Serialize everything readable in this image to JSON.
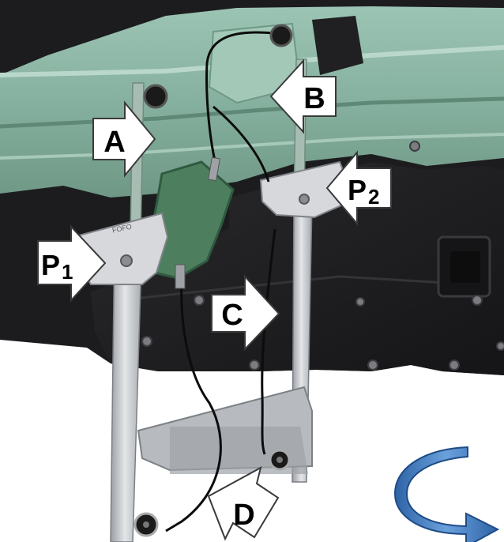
{
  "labels": {
    "a": "A",
    "b": "B",
    "c": "C",
    "d": "D",
    "p1": {
      "letter": "P",
      "sub": "1"
    },
    "p2": {
      "letter": "P",
      "sub": "2"
    }
  },
  "rail_stamp": "FOFO",
  "colors": {
    "door_panel_green": "#8fb8a8",
    "inner_panel_black": "#1e1e20",
    "rail_aluminum": "#c9ccd0",
    "rotation_arrow": "#3f7fc4",
    "callout_fill": "#ffffff"
  },
  "icons": [
    "rotation-arrow-icon"
  ]
}
